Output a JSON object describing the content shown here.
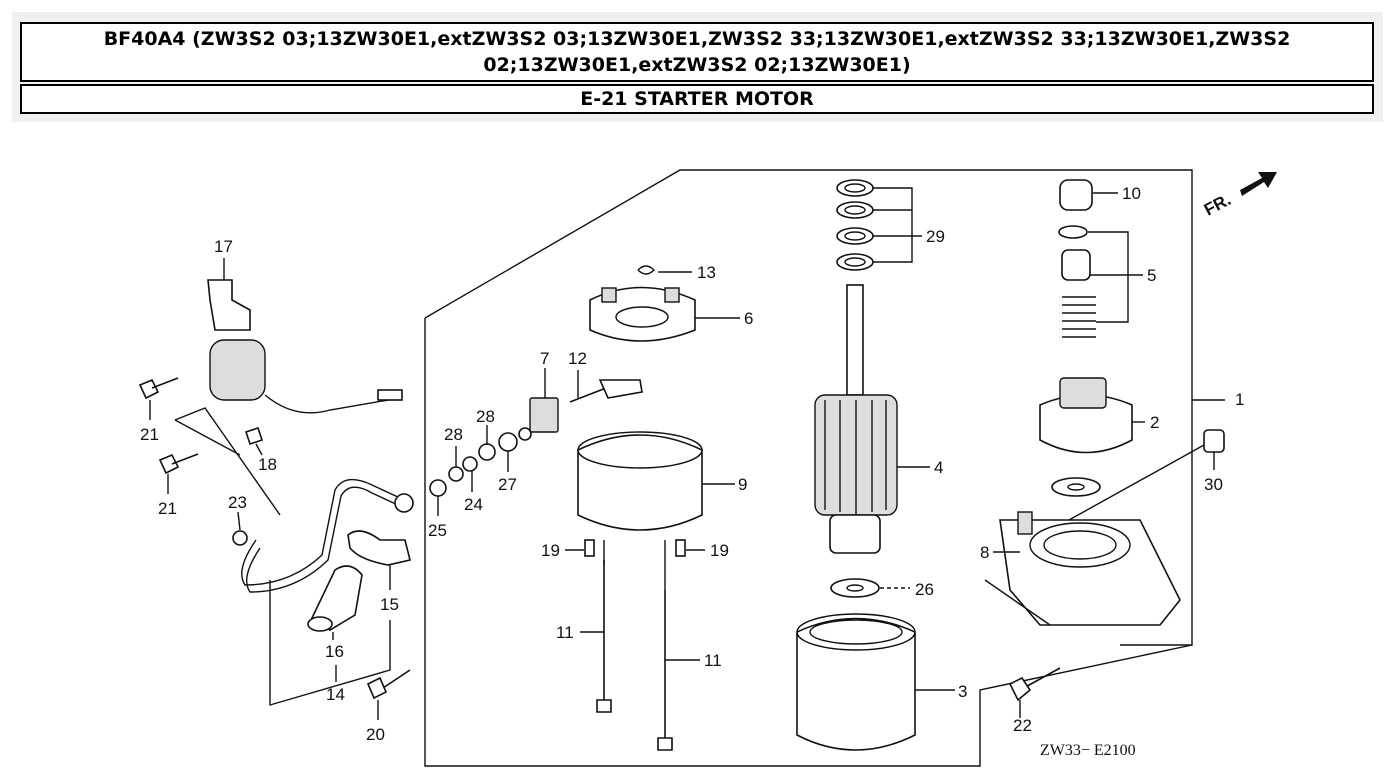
{
  "header": {
    "model_title": "BF40A4 (ZW3S2 03;13ZW30E1,extZW3S2 03;13ZW30E1,ZW3S2 33;13ZW30E1,extZW3S2 33;13ZW30E1,ZW3S2 02;13ZW30E1,extZW3S2 02;13ZW30E1)",
    "section_title": "E-21 STARTER MOTOR"
  },
  "diagram": {
    "direction_label": "FR.",
    "drawing_code": "ZW33− E2100",
    "callouts": [
      "1",
      "2",
      "3",
      "4",
      "5",
      "6",
      "7",
      "8",
      "9",
      "10",
      "11",
      "11",
      "12",
      "13",
      "14",
      "15",
      "16",
      "17",
      "18",
      "19",
      "19",
      "20",
      "21",
      "21",
      "22",
      "23",
      "24",
      "25",
      "26",
      "27",
      "28",
      "28",
      "29",
      "30"
    ]
  }
}
